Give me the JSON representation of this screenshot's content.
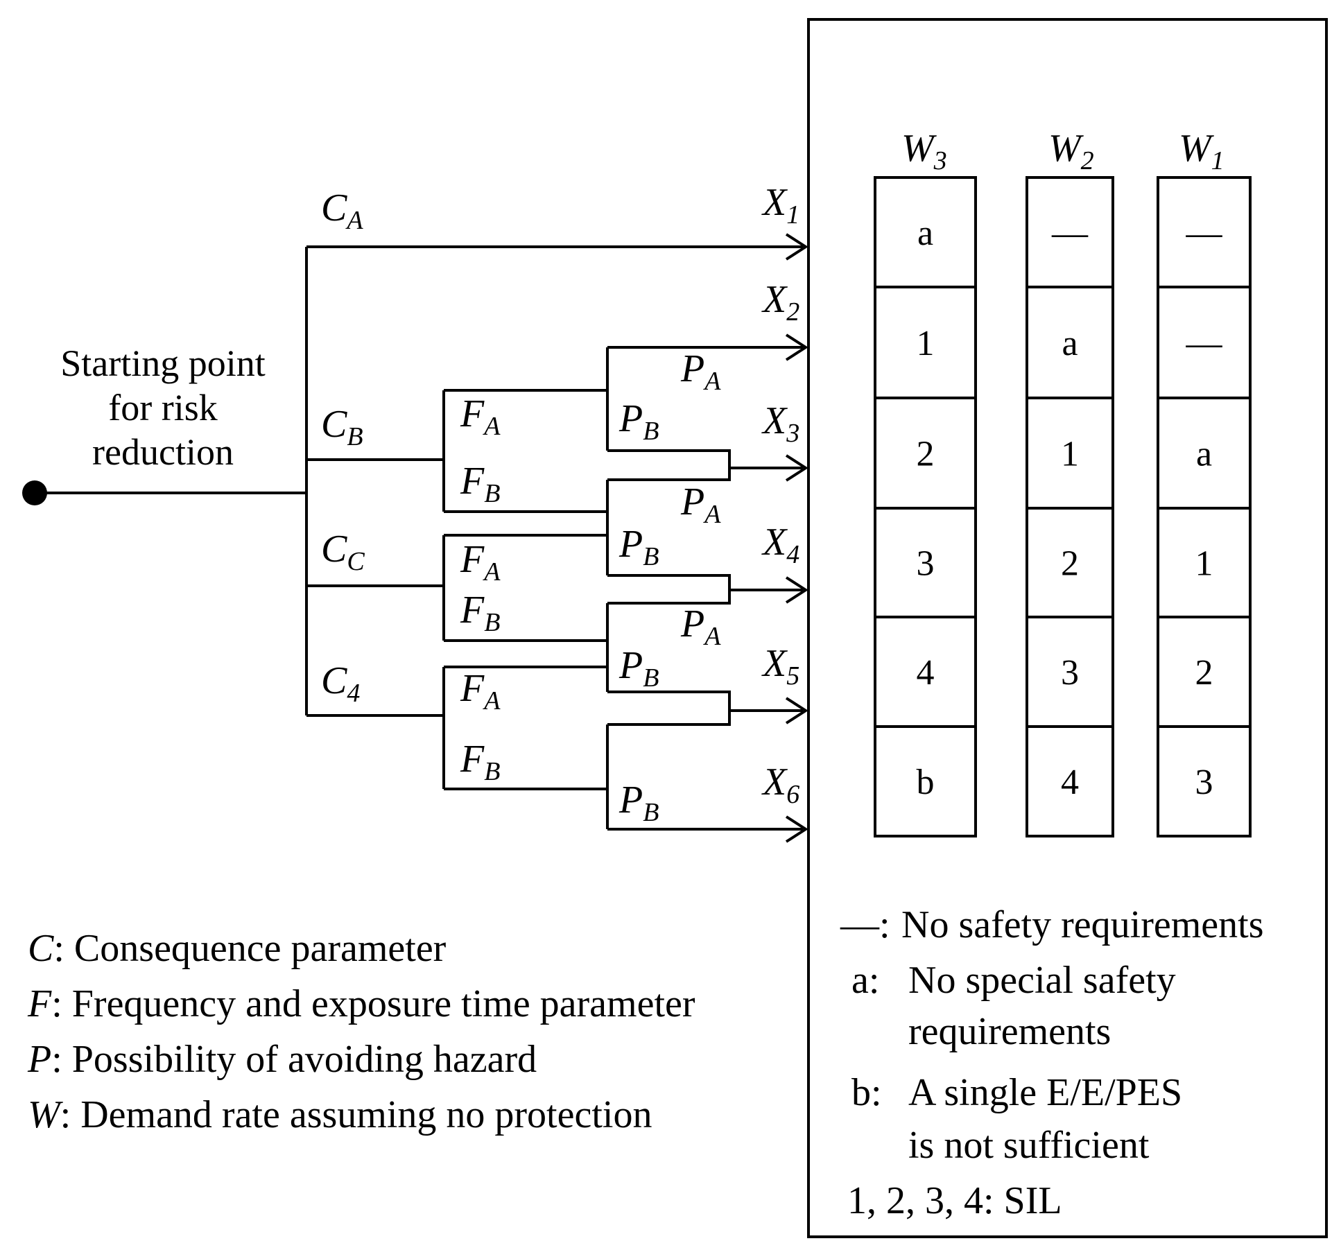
{
  "start": {
    "lines": [
      "Starting point",
      "for risk",
      "reduction"
    ]
  },
  "branches": {
    "c": [
      {
        "letter": "C",
        "sub": "A"
      },
      {
        "letter": "C",
        "sub": "B"
      },
      {
        "letter": "C",
        "sub": "C"
      },
      {
        "letter": "C",
        "sub": "4"
      }
    ],
    "f": [
      {
        "letter": "F",
        "sub": "A"
      },
      {
        "letter": "F",
        "sub": "B"
      },
      {
        "letter": "F",
        "sub": "A"
      },
      {
        "letter": "F",
        "sub": "B"
      },
      {
        "letter": "F",
        "sub": "A"
      },
      {
        "letter": "F",
        "sub": "B"
      }
    ],
    "p": [
      {
        "letter": "P",
        "sub": "A"
      },
      {
        "letter": "P",
        "sub": "B"
      },
      {
        "letter": "P",
        "sub": "A"
      },
      {
        "letter": "P",
        "sub": "B"
      },
      {
        "letter": "P",
        "sub": "A"
      },
      {
        "letter": "P",
        "sub": "B"
      },
      {
        "letter": "P",
        "sub": "B"
      }
    ],
    "x": [
      {
        "letter": "X",
        "sub": "1"
      },
      {
        "letter": "X",
        "sub": "2"
      },
      {
        "letter": "X",
        "sub": "3"
      },
      {
        "letter": "X",
        "sub": "4"
      },
      {
        "letter": "X",
        "sub": "5"
      },
      {
        "letter": "X",
        "sub": "6"
      }
    ]
  },
  "table": {
    "columns": [
      {
        "letter": "W",
        "sub": "3",
        "cells": [
          "a",
          "1",
          "2",
          "3",
          "4",
          "b"
        ]
      },
      {
        "letter": "W",
        "sub": "2",
        "cells": [
          "—",
          "a",
          "1",
          "2",
          "3",
          "4"
        ]
      },
      {
        "letter": "W",
        "sub": "1",
        "cells": [
          "—",
          "—",
          "a",
          "1",
          "2",
          "3"
        ]
      }
    ]
  },
  "legend_left": [
    {
      "sym": "C",
      "text": ": Consequence parameter"
    },
    {
      "sym": "F",
      "text": ": Frequency and exposure time parameter"
    },
    {
      "sym": "P",
      "text": ": Possibility of avoiding hazard"
    },
    {
      "sym": "W",
      "text": ": Demand rate assuming no protection"
    }
  ],
  "legend_right": [
    {
      "key": "—:",
      "lines": [
        "No safety requirements"
      ]
    },
    {
      "key": "a:",
      "lines": [
        "No special safety",
        "requirements"
      ]
    },
    {
      "key": "b:",
      "lines": [
        "A single E/E/PES",
        "is not sufficient"
      ]
    },
    {
      "key": "",
      "lines": [
        "1, 2, 3, 4: SIL"
      ]
    }
  ]
}
